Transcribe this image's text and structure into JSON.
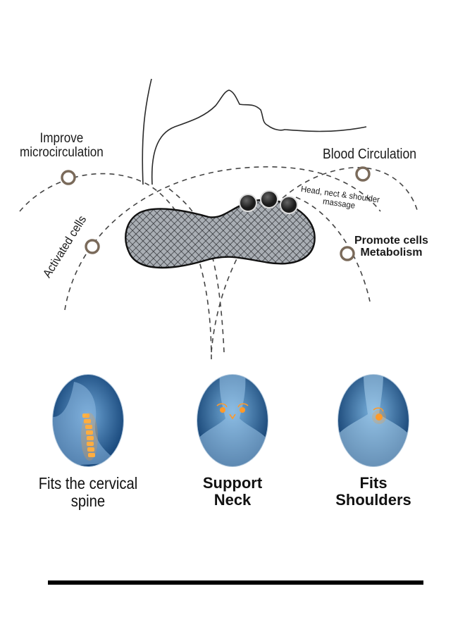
{
  "diagram": {
    "labels": {
      "improve": [
        "Improve",
        "microcirculation"
      ],
      "blood": "Blood Circulation",
      "head": [
        "Head, nect & shoulder",
        "massage"
      ],
      "promote": [
        "Promote cells",
        "Metabolism"
      ],
      "activated": "Activated cells"
    },
    "colors": {
      "ring": "#7a6a5a",
      "dash": "#444444",
      "pillow_fill": "#8f959c",
      "nodes": "#222222"
    }
  },
  "features": [
    {
      "caption": [
        "Fits the cervical",
        "spine"
      ],
      "icon": "spine-glow-icon"
    },
    {
      "caption": [
        "Support",
        "Neck"
      ],
      "icon": "neck-support-icon"
    },
    {
      "caption": [
        "Fits",
        "Shoulders"
      ],
      "icon": "shoulder-icon"
    }
  ],
  "accent": {
    "orb_blue": "#1f5f9a",
    "glow": "#ff9a2a"
  }
}
